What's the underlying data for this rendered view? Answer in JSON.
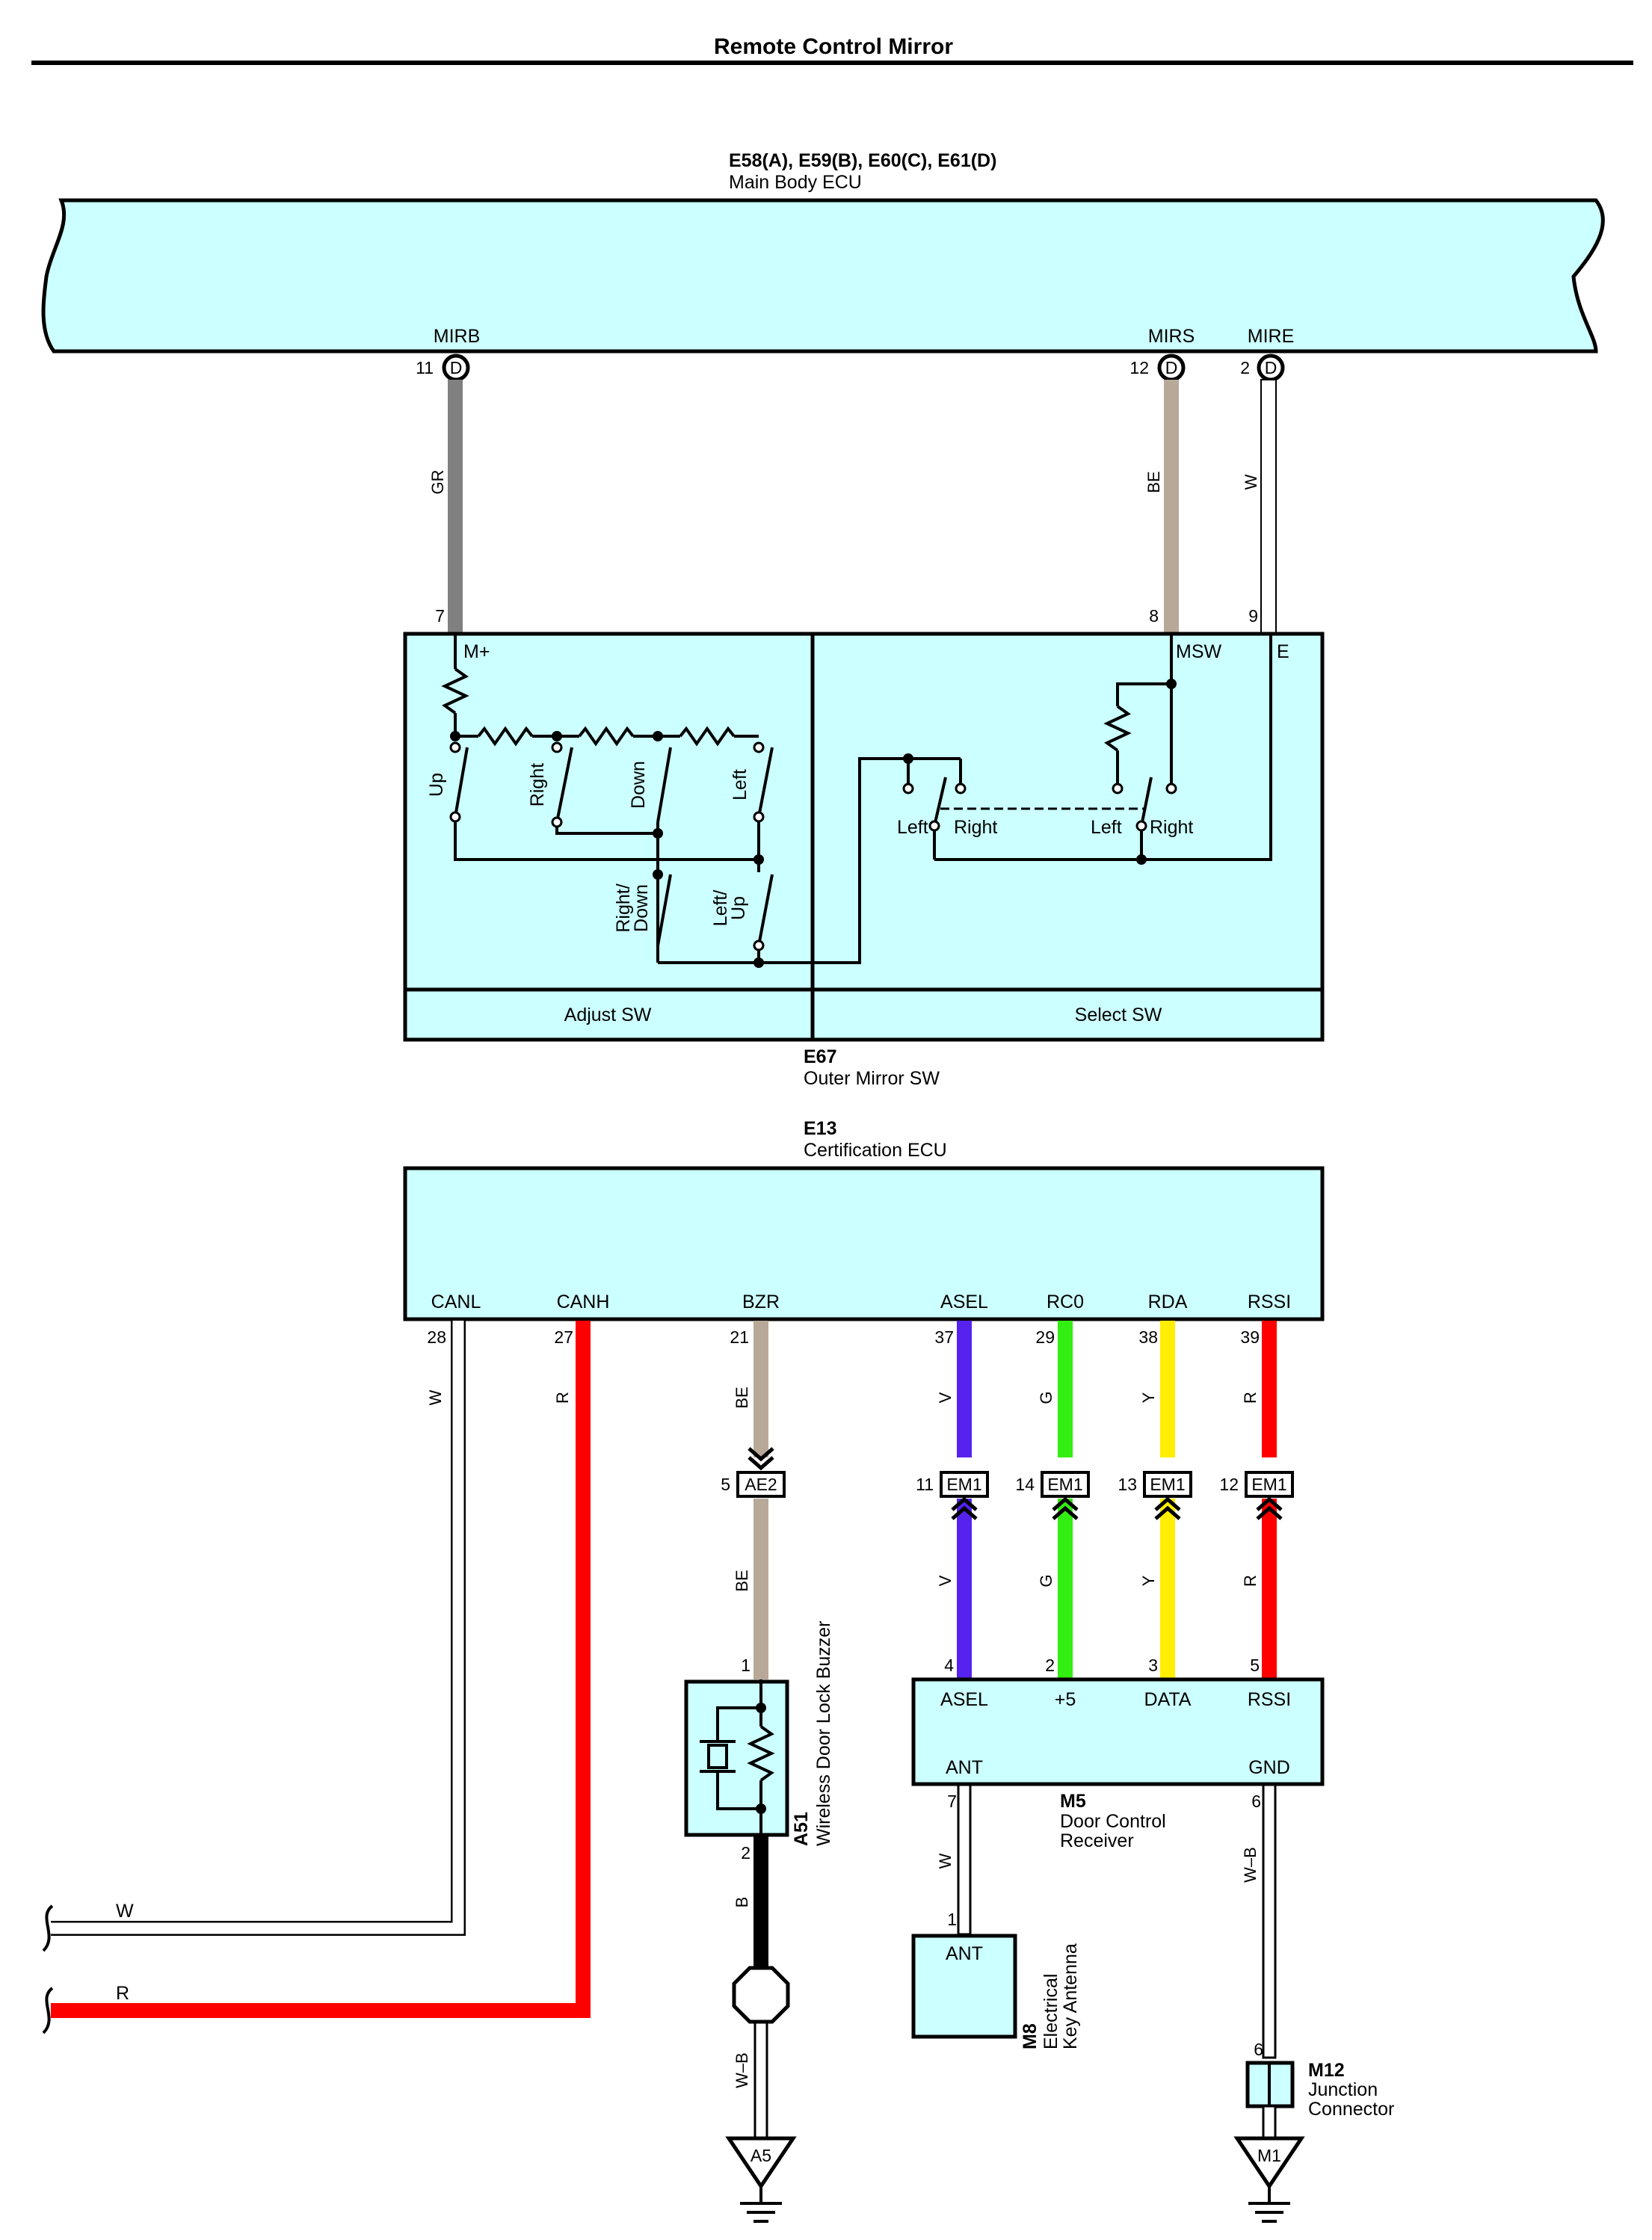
{
  "title": "Remote Control Mirror",
  "colors": {
    "box_fill": "#ccffff",
    "wire_gray": "#808080",
    "wire_beige": "#b8a898",
    "wire_white": "#ffffff",
    "wire_red": "#ff0000",
    "wire_violet": "#5522ee",
    "wire_green": "#33ee11",
    "wire_yellow": "#ffee00",
    "wire_black": "#000000"
  },
  "main_body_ecu": {
    "code": "E58(A), E59(B), E60(C), E61(D)",
    "name": "Main Body ECU",
    "terminals": [
      {
        "name": "MIRB",
        "pin": "11",
        "conn": "D"
      },
      {
        "name": "MIRS",
        "pin": "12",
        "conn": "D"
      },
      {
        "name": "MIRE",
        "pin": "2",
        "conn": "D"
      }
    ]
  },
  "upper_wires": [
    {
      "code": "GR",
      "bottom_pin": "7"
    },
    {
      "code": "BE",
      "bottom_pin": "8"
    },
    {
      "code": "W",
      "bottom_pin": "9"
    }
  ],
  "outer_mirror_sw": {
    "code": "E67",
    "name": "Outer Mirror SW",
    "adjust_label": "Adjust SW",
    "select_label": "Select SW",
    "term_m_plus": "M+",
    "term_msw": "MSW",
    "term_e": "E",
    "switches": {
      "up": "Up",
      "right": "Right",
      "down": "Down",
      "left": "Left",
      "right_down_1": "Right/",
      "right_down_2": "Down",
      "left_up_1": "Left/",
      "left_up_2": "Up"
    },
    "select_labels": {
      "left1": "Left",
      "right1": "Right",
      "left2": "Left",
      "right2": "Right"
    }
  },
  "certification_ecu": {
    "code": "E13",
    "name": "Certification ECU",
    "terminals": [
      {
        "name": "CANL",
        "pin": "28",
        "wire": "W"
      },
      {
        "name": "CANH",
        "pin": "27",
        "wire": "R"
      },
      {
        "name": "BZR",
        "pin": "21",
        "wire": "BE"
      },
      {
        "name": "ASEL",
        "pin": "37",
        "wire": "V"
      },
      {
        "name": "RC0",
        "pin": "29",
        "wire": "G"
      },
      {
        "name": "RDA",
        "pin": "38",
        "wire": "Y"
      },
      {
        "name": "RSSI",
        "pin": "39",
        "wire": "R"
      }
    ]
  },
  "junction_connectors": [
    {
      "pin": "5",
      "label": "AE2"
    },
    {
      "pin": "11",
      "label": "EM1"
    },
    {
      "pin": "14",
      "label": "EM1"
    },
    {
      "pin": "13",
      "label": "EM1"
    },
    {
      "pin": "12",
      "label": "EM1"
    }
  ],
  "lower_wire_codes": [
    "BE",
    "V",
    "G",
    "Y",
    "R"
  ],
  "buzzer": {
    "code": "A51",
    "name": "Wireless Door Lock Buzzer",
    "pin_top": "1",
    "pin_bottom": "2",
    "wire_b": "B",
    "wire_wb": "W–B",
    "ground": "A5"
  },
  "receiver": {
    "code": "M5",
    "name_1": "Door Control",
    "name_2": "Receiver",
    "top_terminals": [
      {
        "name": "ASEL",
        "pin": "4"
      },
      {
        "name": "+5",
        "pin": "2"
      },
      {
        "name": "DATA",
        "pin": "3"
      },
      {
        "name": "RSSI",
        "pin": "5"
      }
    ],
    "ant_label": "ANT",
    "ant_pin": "7",
    "gnd_label": "GND",
    "gnd_pin": "6"
  },
  "antenna": {
    "code": "M8",
    "name_1": "Electrical",
    "name_2": "Key Antenna",
    "label": "ANT",
    "pin": "1",
    "wire": "W"
  },
  "junction_m12": {
    "code": "M12",
    "name_1": "Junction",
    "name_2": "Connector",
    "pin": "6",
    "wire": "W–B",
    "ground": "M1"
  },
  "left_wires": [
    {
      "code": "W"
    },
    {
      "code": "R"
    }
  ]
}
